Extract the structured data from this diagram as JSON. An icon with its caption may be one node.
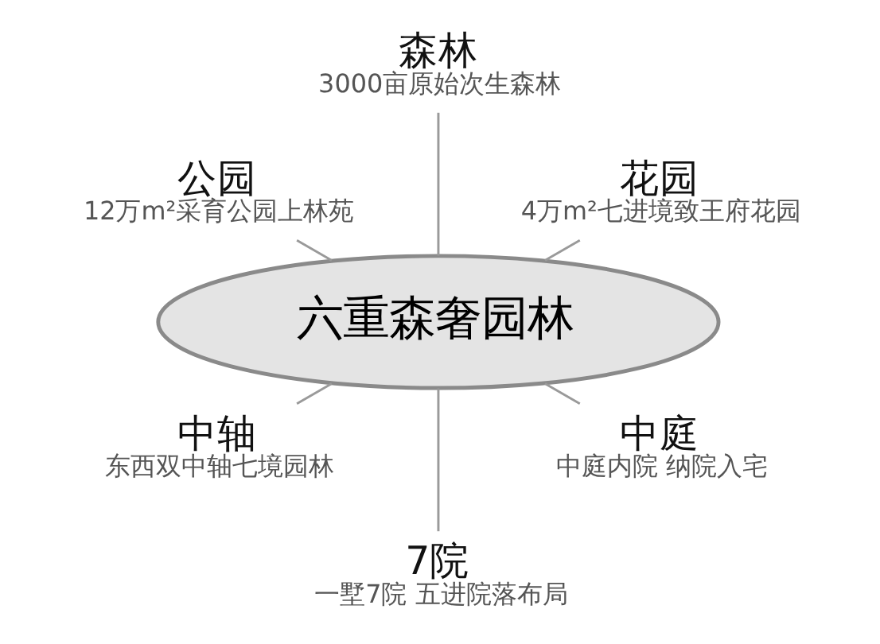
{
  "diagram": {
    "nodes": [
      {
        "text": [
          "花园",
          "4万m²七进境致王府花园"
        ]
      },
      {
        "text": [
          "森林",
          "3000亩原始次生森林"
        ]
      },
      {
        "text": [
          "公园",
          "12万m²采育公园上林苑"
        ]
      },
      {
        "text": [
          "六重森奢园林"
        ]
      },
      {
        "text": [
          "中轴",
          "东西双中轴七境园林"
        ]
      },
      {
        "text": [
          "7院",
          "一墅7院 五进院落布局"
        ]
      },
      {
        "text": [
          "中庭",
          "中庭内院 纳院入宅"
        ]
      }
    ],
    "edges": [
      {
        "from": 3,
        "to": 0,
        "arrow": "none"
      },
      {
        "from": 3,
        "to": 1,
        "arrow": "none"
      },
      {
        "from": 3,
        "to": 2,
        "arrow": "none"
      },
      {
        "from": 3,
        "to": 4,
        "arrow": "none"
      },
      {
        "from": 3,
        "to": 5,
        "arrow": "none"
      },
      {
        "from": 3,
        "to": 6,
        "arrow": "none"
      }
    ]
  }
}
